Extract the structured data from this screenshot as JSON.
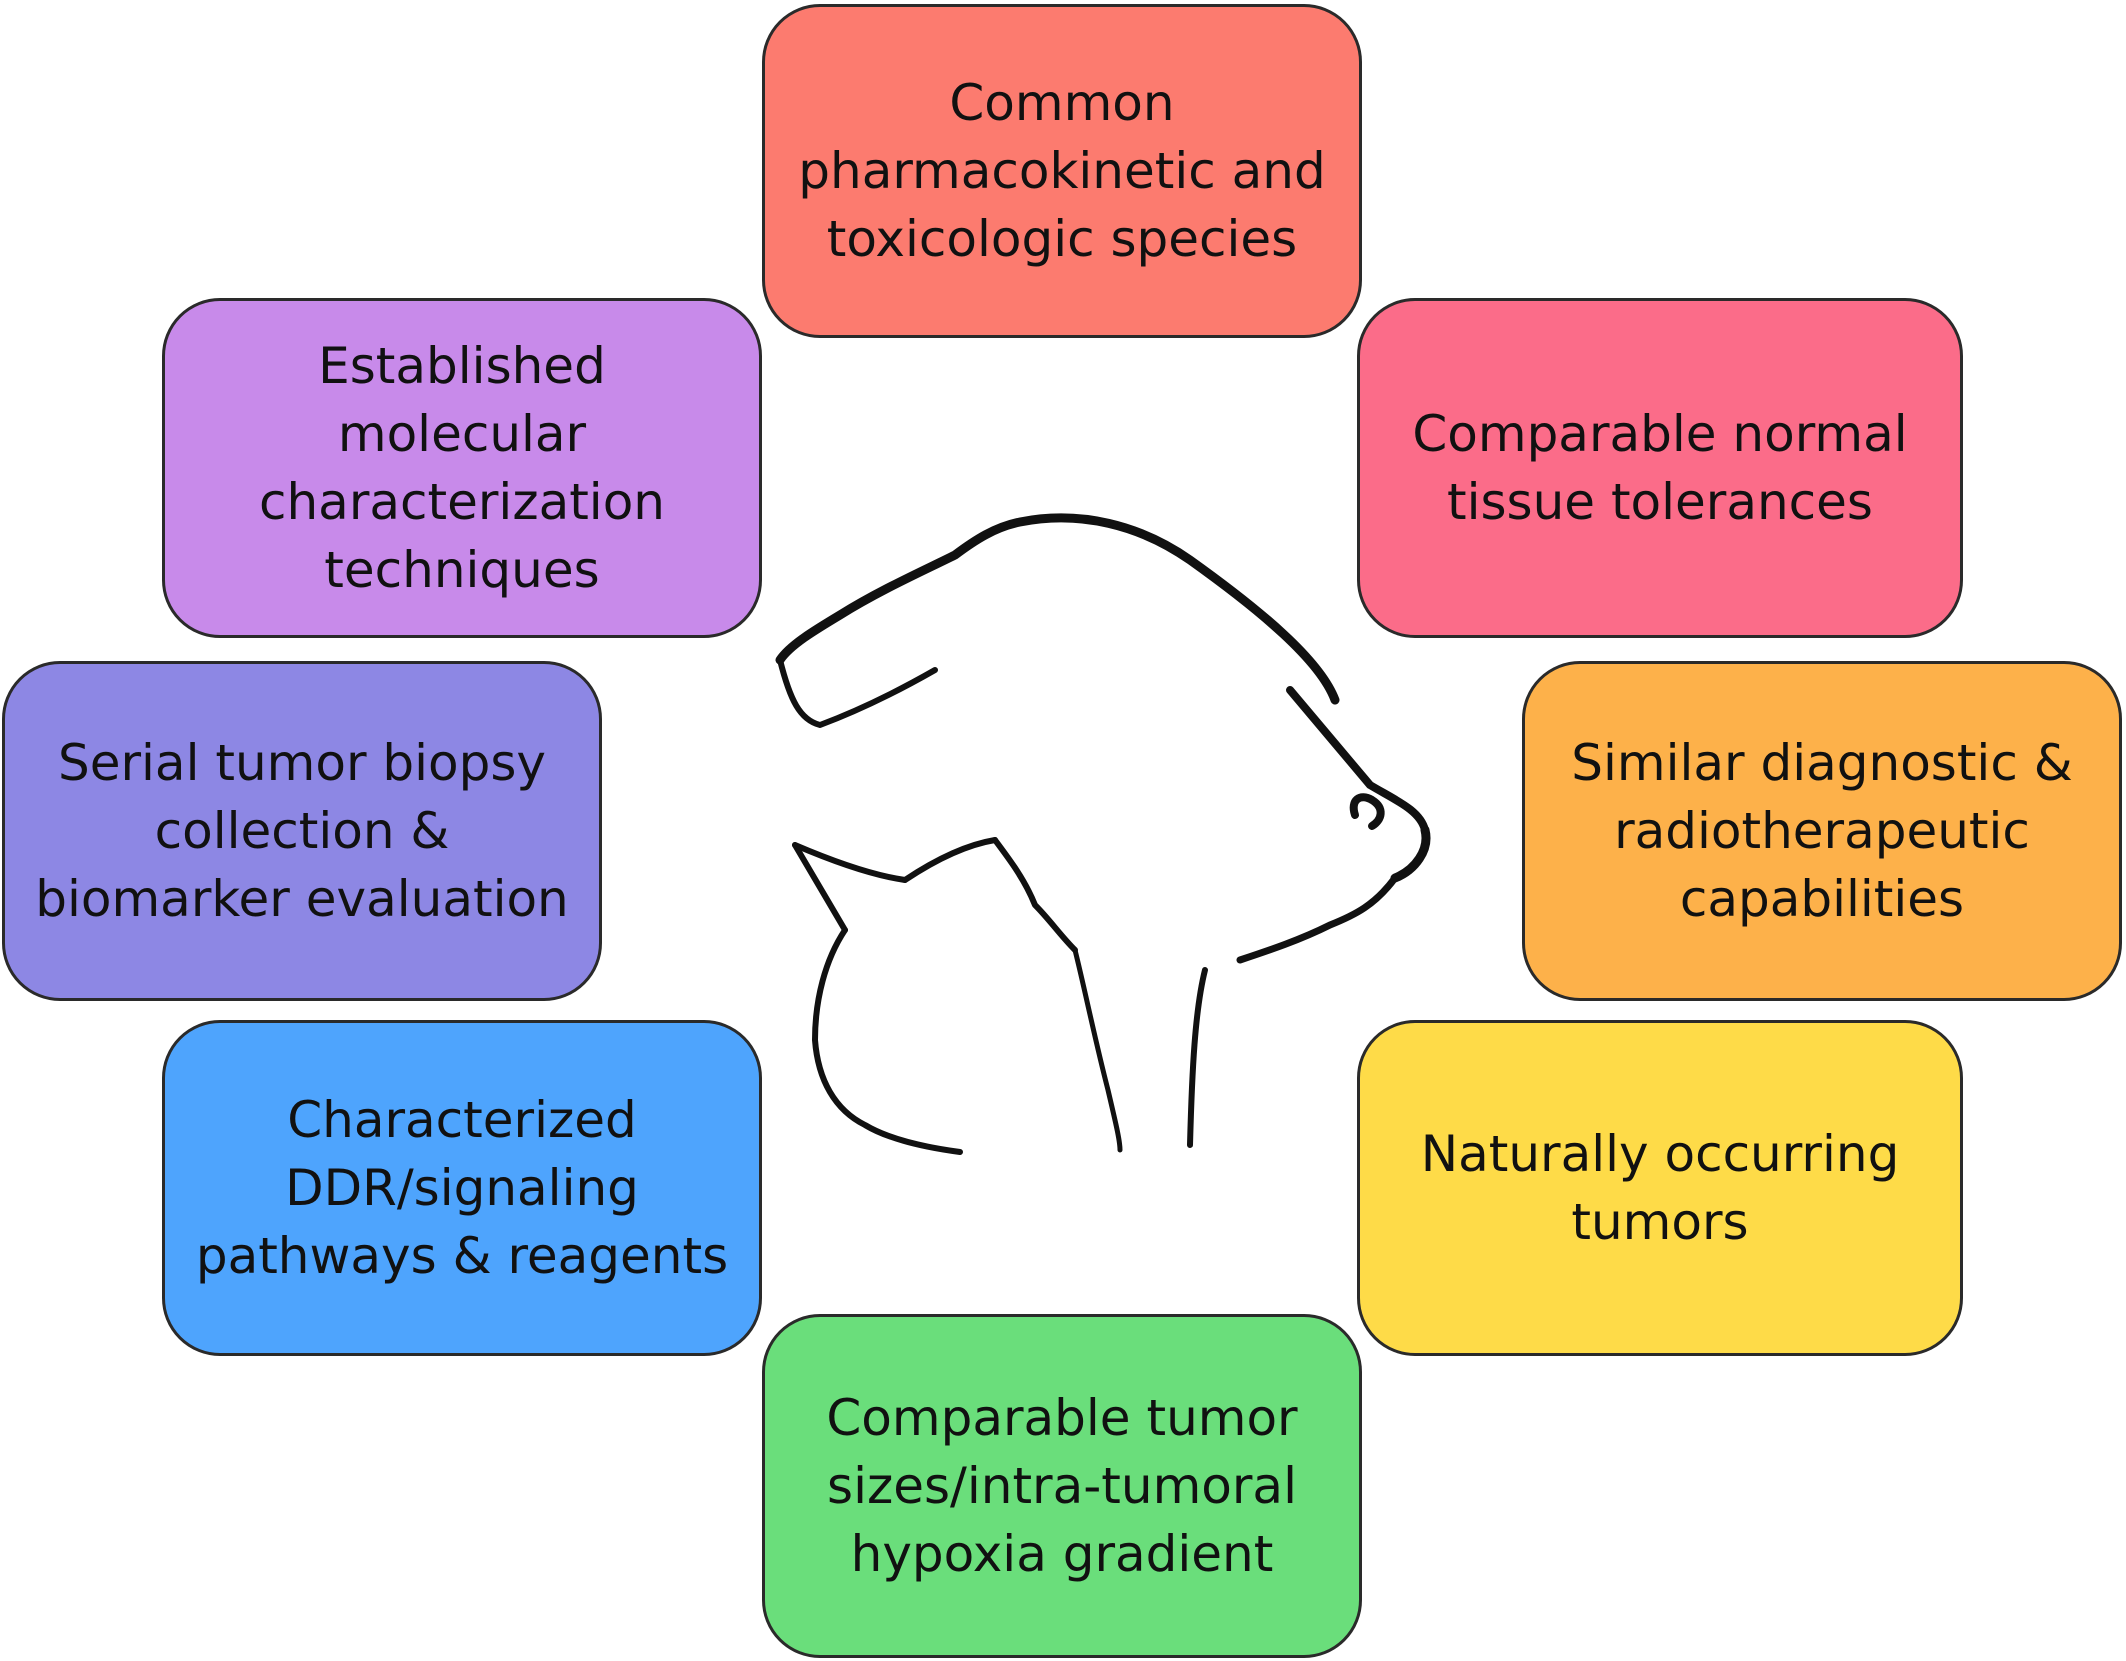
{
  "colors": {
    "border": "#2a2a2a",
    "text": "#111111",
    "box_1": "#fc7b6f",
    "box_2": "#fb6c89",
    "box_3": "#fdb14a",
    "box_4": "#fedb48",
    "box_5": "#6ade7b",
    "box_6": "#4ea4fd",
    "box_7": "#8d87e4",
    "box_8": "#c88aea"
  },
  "center_image": {
    "icon": "dog-and-cat-head-silhouette-icon"
  },
  "boxes": [
    {
      "text": "Common\npharmacokinetic and\ntoxicologic species"
    },
    {
      "text": "Comparable normal\ntissue tolerances"
    },
    {
      "text": "Similar diagnostic &\nradiotherapeutic\ncapabilities"
    },
    {
      "text": "Naturally occurring\ntumors"
    },
    {
      "text": "Comparable tumor\nsizes/intra-tumoral\nhypoxia gradient"
    },
    {
      "text": "Characterized\nDDR/signaling\npathways & reagents"
    },
    {
      "text": "Serial tumor biopsy\ncollection &\nbiomarker evaluation"
    },
    {
      "text": "Established\nmolecular\ncharacterization\ntechniques"
    }
  ]
}
